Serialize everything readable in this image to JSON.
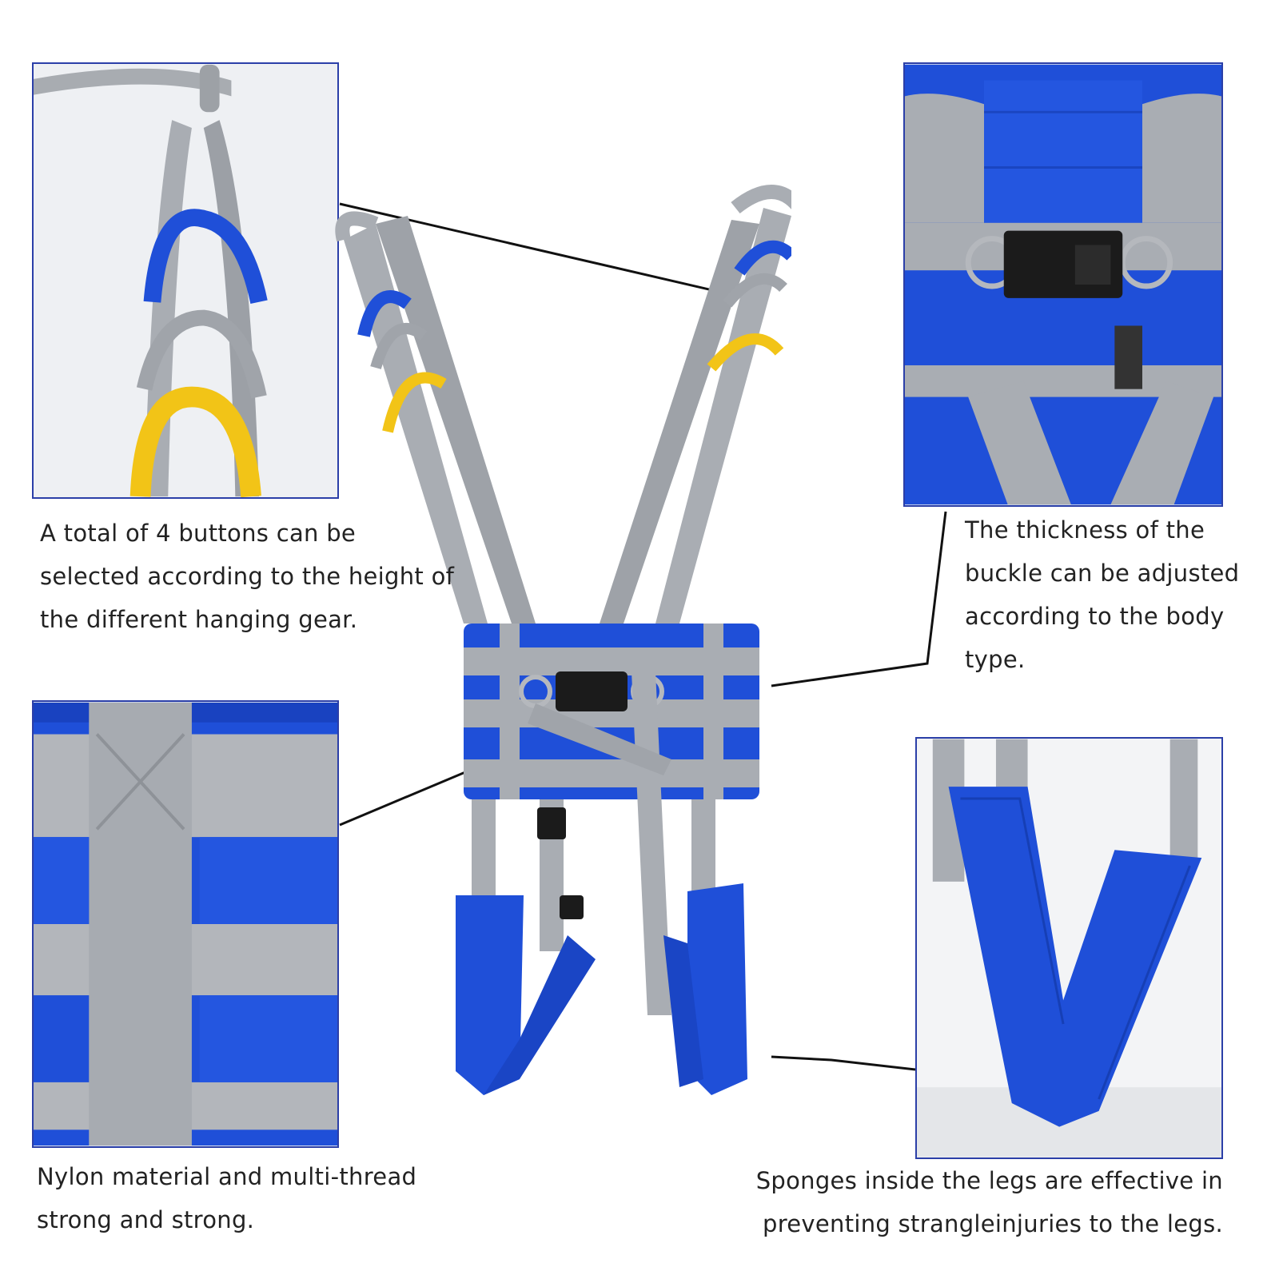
{
  "callouts": {
    "top_left": "A total of 4 buttons can be selected according to the height of the different hanging gear.",
    "top_right": "The thickness of the buckle can be adjusted according to the body type.",
    "bottom_left": "Nylon material and multi-thread strong and strong.",
    "bottom_right": "Sponges inside the legs are effective in preventing strangleinjuries to the legs."
  },
  "colors": {
    "frame_border": "#2b3fa8",
    "fabric_blue": "#1f4fd8",
    "strap_gray": "#a9adb3",
    "loop_yellow": "#f2c417",
    "buckle_black": "#1b1b1b",
    "leader_line": "#111111"
  },
  "icons": [
    "sling-loops-image",
    "buckle-closeup-image",
    "nylon-weave-image",
    "padded-leg-image",
    "walking-sling-image"
  ]
}
